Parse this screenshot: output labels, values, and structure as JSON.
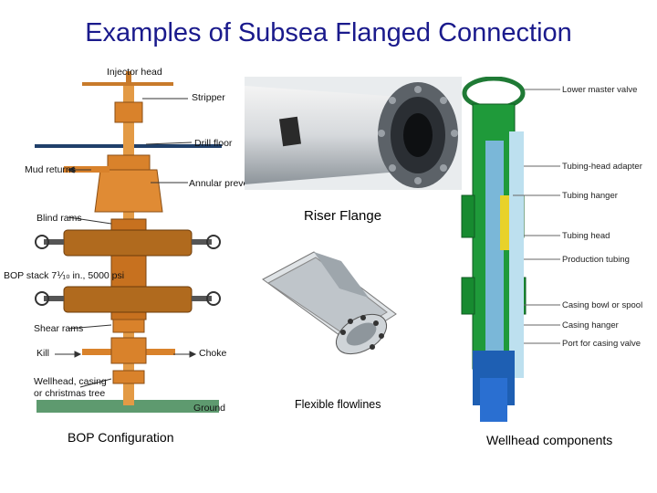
{
  "title": "Examples of Subsea Flanged Connection",
  "captions": {
    "bop": "BOP Configuration",
    "riser": "Riser Flange",
    "flowlines": "Flexible flowlines",
    "wellhead": "Wellhead components"
  },
  "bop_labels": {
    "injector_head": "Injector head",
    "stripper": "Stripper",
    "drill_floor": "Drill floor",
    "mud_returns": "Mud returns",
    "annular_preventer": "Annular preventer",
    "blind_rams": "Blind rams",
    "bop_stack": "BOP stack 7⅒ in., 5000 psi",
    "shear_rams": "Shear rams",
    "kill": "Kill",
    "choke": "Choke",
    "wellhead_line1": "Wellhead, casing",
    "wellhead_line2": "or christmas tree",
    "ground": "Ground"
  },
  "wellhead_labels": [
    "Lower master valve",
    "Tubing-head adapter",
    "Tubing hanger",
    "Tubing head",
    "Production tubing",
    "Casing bowl or spool",
    "Casing hanger",
    "Port for casing valve"
  ],
  "colors": {
    "title": "#1a1a8c",
    "bop_orange": "#d9822b",
    "ram_brown": "#b06a1e",
    "ground_green": "#5e9a6f",
    "wellhead_green": "#1f9a3a",
    "wellhead_blue": "#1e5fb3"
  }
}
